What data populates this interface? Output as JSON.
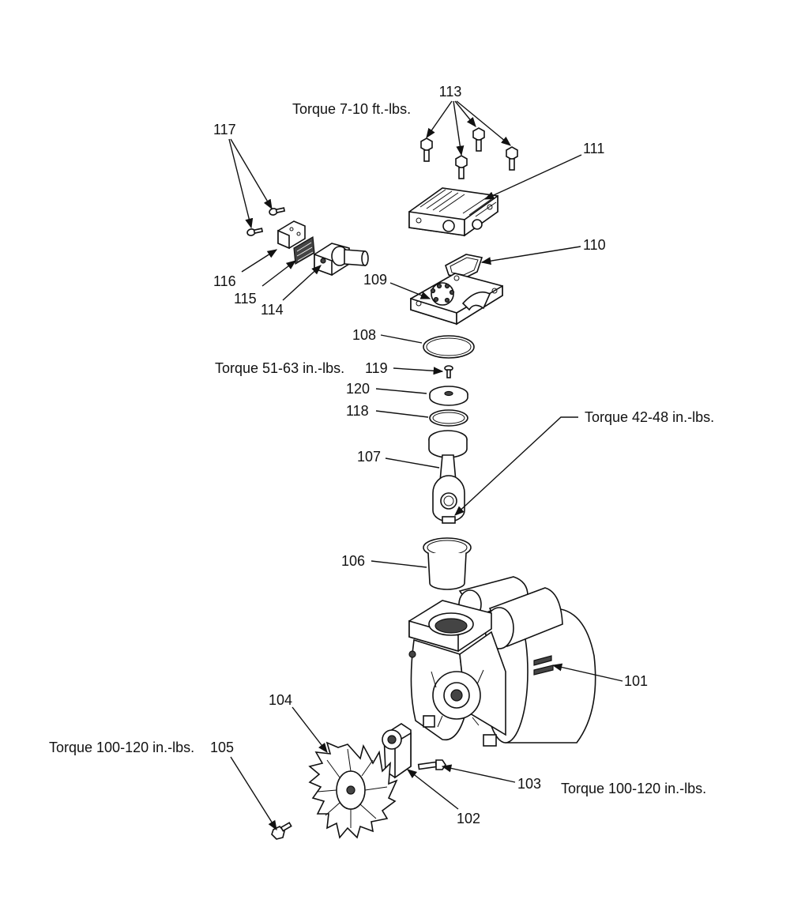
{
  "parts": {
    "p101": "101",
    "p102": "102",
    "p103": "103",
    "p104": "104",
    "p105": "105",
    "p106": "106",
    "p107": "107",
    "p108": "108",
    "p109": "109",
    "p110": "110",
    "p111": "111",
    "p113": "113",
    "p114": "114",
    "p115": "115",
    "p116": "116",
    "p117": "117",
    "p118": "118",
    "p119": "119",
    "p120": "120"
  },
  "torque": {
    "head_bolts": "Torque  7-10 ft.-lbs.",
    "piston_screw": "Torque  51-63 in.-lbs.",
    "rod": "Torque  42-48 in.-lbs.",
    "fan_bolt": "Torque 100-120 in.-lbs.",
    "eccentric_bolt": "Torque 100-120 in.-lbs."
  }
}
